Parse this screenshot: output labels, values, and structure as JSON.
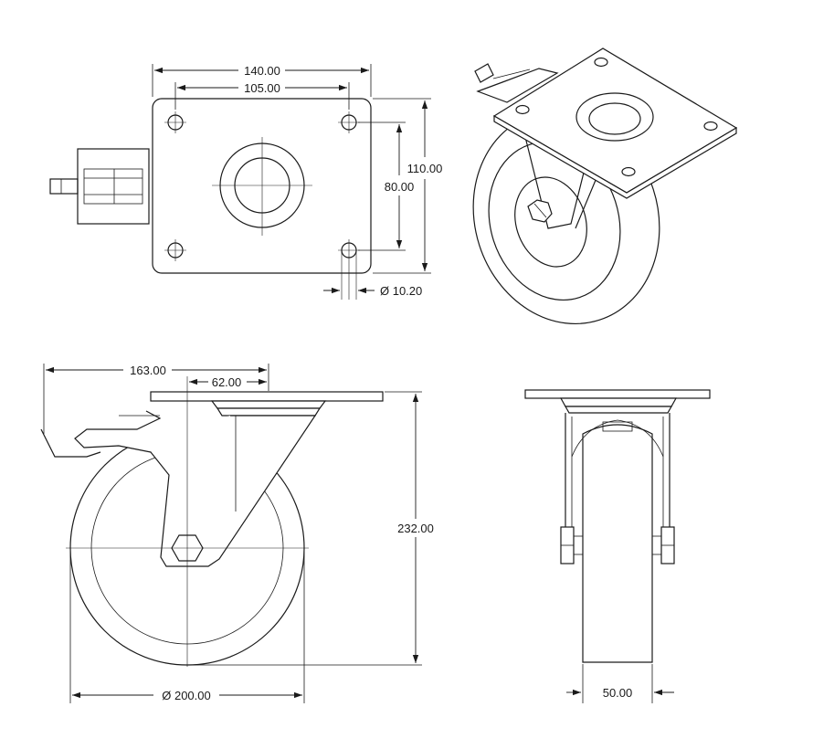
{
  "dimensions": {
    "top_plate_width": "140.00",
    "top_hole_spacing_x": "105.00",
    "top_plate_depth": "110.00",
    "top_hole_spacing_y": "80.00",
    "top_hole_diameter": "Ø 10.20",
    "side_overall_length": "163.00",
    "side_offset": "62.00",
    "side_height": "232.00",
    "wheel_diameter": "Ø 200.00",
    "wheel_width": "50.00"
  }
}
